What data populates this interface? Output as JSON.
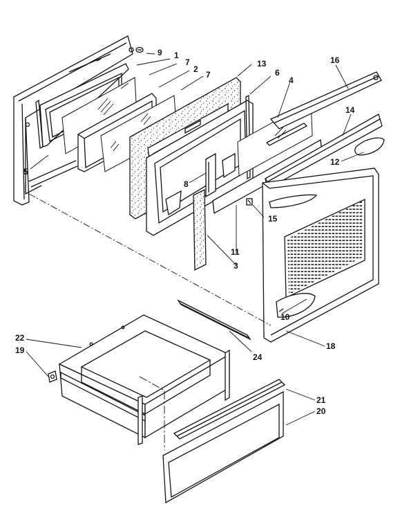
{
  "callouts": {
    "c1": "1",
    "c2": "2",
    "c3": "3",
    "c4": "4",
    "c5": "5",
    "c6": "6",
    "c7a": "7",
    "c7b": "7",
    "c8": "8",
    "c9": "9",
    "c10": "10",
    "c11": "11",
    "c12": "12",
    "c13": "13",
    "c14": "14",
    "c15": "15",
    "c16": "16",
    "c18": "18",
    "c19": "19",
    "c20": "20",
    "c21": "21",
    "c22": "22",
    "c24": "24"
  }
}
